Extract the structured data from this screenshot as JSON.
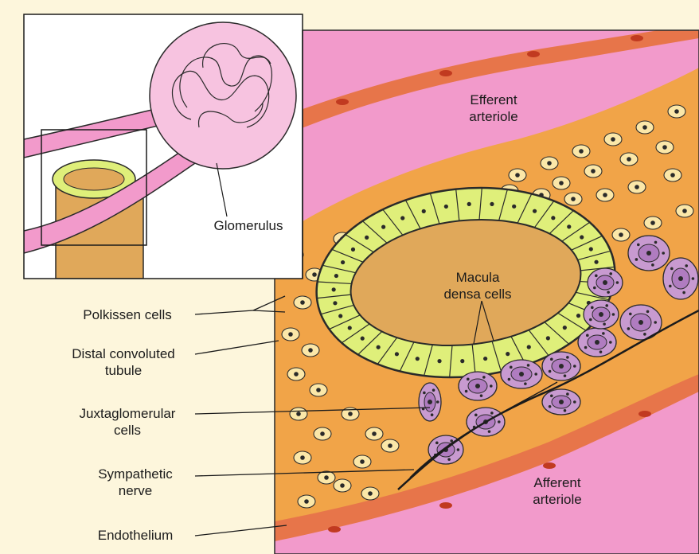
{
  "diagram": {
    "inset": {
      "glomerulus_label": "Glomerulus"
    },
    "main": {
      "efferent_label": [
        "Efferent",
        "arteriole"
      ],
      "afferent_label": [
        "Afferent",
        "arteriole"
      ],
      "macula_label": [
        "Macula",
        "densa cells"
      ]
    },
    "left_labels": {
      "polkissen": [
        "Polkissen cells"
      ],
      "distal": [
        "Distal convoluted",
        "tubule"
      ],
      "juxta": [
        "Juxtaglomerular",
        "cells"
      ],
      "sympathetic": [
        "Sympathetic",
        "nerve"
      ],
      "endothelium": [
        "Endothelium"
      ]
    },
    "colors": {
      "background": "#fdf6dc",
      "arteriole_pink": "#f29acb",
      "wall_orange": "#f1a448",
      "cell_yellow": "#dfef7a",
      "jg_purple": "#c89ad0",
      "tubule_brown": "#e0a85a"
    }
  }
}
